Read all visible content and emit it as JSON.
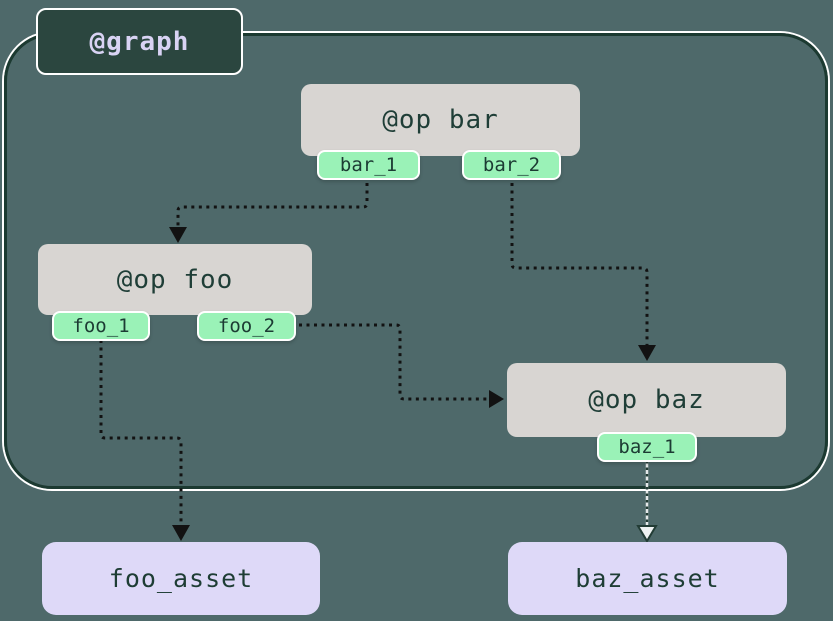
{
  "graph": {
    "label": "@graph"
  },
  "nodes": {
    "op_bar": {
      "label": "@op bar",
      "outputs": [
        "bar_1",
        "bar_2"
      ]
    },
    "op_foo": {
      "label": "@op foo",
      "outputs": [
        "foo_1",
        "foo_2"
      ]
    },
    "op_baz": {
      "label": "@op baz",
      "outputs": [
        "baz_1"
      ]
    },
    "foo_asset": {
      "label": "foo_asset"
    },
    "baz_asset": {
      "label": "baz_asset"
    }
  },
  "edges": [
    {
      "from": "bar_1",
      "to": "op_foo",
      "style": "dotted, solid black arrowhead"
    },
    {
      "from": "bar_2",
      "to": "op_baz",
      "style": "dotted, solid black arrowhead"
    },
    {
      "from": "foo_2",
      "to": "op_baz",
      "style": "dotted, solid black arrowhead"
    },
    {
      "from": "foo_1",
      "to": "foo_asset",
      "style": "dotted, solid black arrowhead"
    },
    {
      "from": "baz_1",
      "to": "baz_asset",
      "style": "fine dotted, open arrowhead"
    }
  ],
  "colors": {
    "background": "#4e696a",
    "graph_border": "#1c3a31",
    "graph_outline": "#ffffff",
    "graph_label_bg": "#2b463f",
    "graph_label_text": "#d9d3f4",
    "op_bg": "#d8d5d2",
    "op_text": "#1f3e37",
    "output_tag_bg": "#9af2b7",
    "output_tag_text": "#1c3b33",
    "asset_bg": "#ded9f8",
    "asset_text": "#1e3d35",
    "edge": "#121212"
  }
}
